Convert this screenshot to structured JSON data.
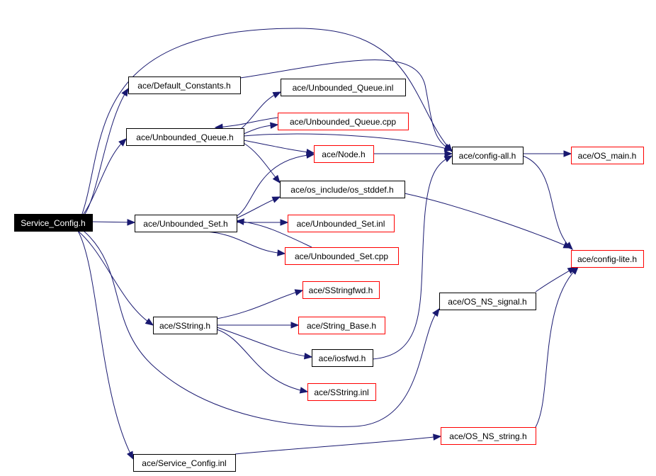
{
  "graph": {
    "root": "Service_Config.h",
    "colors": {
      "edge": "#191970",
      "box_border": "#000000",
      "missing_border": "#ff0000",
      "root_fill": "#000000",
      "root_text": "#ffffff"
    },
    "nodes": [
      {
        "id": "service_config_h",
        "label": "Service_Config.h",
        "style": "root"
      },
      {
        "id": "default_constants_h",
        "label": "ace/Default_Constants.h",
        "style": "normal"
      },
      {
        "id": "unbounded_queue_inl",
        "label": "ace/Unbounded_Queue.inl",
        "style": "normal"
      },
      {
        "id": "unbounded_queue_cpp",
        "label": "ace/Unbounded_Queue.cpp",
        "style": "missing"
      },
      {
        "id": "unbounded_queue_h",
        "label": "ace/Unbounded_Queue.h",
        "style": "normal"
      },
      {
        "id": "node_h",
        "label": "ace/Node.h",
        "style": "missing"
      },
      {
        "id": "config_all_h",
        "label": "ace/config-all.h",
        "style": "normal"
      },
      {
        "id": "os_main_h",
        "label": "ace/OS_main.h",
        "style": "missing"
      },
      {
        "id": "os_stddef_h",
        "label": "ace/os_include/os_stddef.h",
        "style": "normal"
      },
      {
        "id": "unbounded_set_h",
        "label": "ace/Unbounded_Set.h",
        "style": "normal"
      },
      {
        "id": "unbounded_set_inl",
        "label": "ace/Unbounded_Set.inl",
        "style": "missing"
      },
      {
        "id": "unbounded_set_cpp",
        "label": "ace/Unbounded_Set.cpp",
        "style": "missing"
      },
      {
        "id": "config_lite_h",
        "label": "ace/config-lite.h",
        "style": "missing"
      },
      {
        "id": "sstringfwd_h",
        "label": "ace/SStringfwd.h",
        "style": "missing"
      },
      {
        "id": "os_ns_signal_h",
        "label": "ace/OS_NS_signal.h",
        "style": "normal"
      },
      {
        "id": "sstring_h",
        "label": "ace/SString.h",
        "style": "normal"
      },
      {
        "id": "string_base_h",
        "label": "ace/String_Base.h",
        "style": "missing"
      },
      {
        "id": "iosfwd_h",
        "label": "ace/iosfwd.h",
        "style": "normal"
      },
      {
        "id": "sstring_inl",
        "label": "ace/SString.inl",
        "style": "missing"
      },
      {
        "id": "os_ns_string_h",
        "label": "ace/OS_NS_string.h",
        "style": "missing"
      },
      {
        "id": "service_config_inl",
        "label": "ace/Service_Config.inl",
        "style": "normal"
      }
    ],
    "edges": [
      {
        "from": "service_config_h",
        "to": "default_constants_h"
      },
      {
        "from": "service_config_h",
        "to": "unbounded_queue_h"
      },
      {
        "from": "service_config_h",
        "to": "unbounded_set_h"
      },
      {
        "from": "service_config_h",
        "to": "sstring_h"
      },
      {
        "from": "service_config_h",
        "to": "service_config_inl"
      },
      {
        "from": "service_config_h",
        "to": "config_all_h"
      },
      {
        "from": "service_config_h",
        "to": "os_ns_signal_h"
      },
      {
        "from": "default_constants_h",
        "to": "config_all_h"
      },
      {
        "from": "unbounded_queue_h",
        "to": "unbounded_queue_inl"
      },
      {
        "from": "unbounded_queue_h",
        "to": "unbounded_queue_cpp"
      },
      {
        "from": "unbounded_queue_cpp",
        "to": "unbounded_queue_h"
      },
      {
        "from": "unbounded_queue_h",
        "to": "node_h"
      },
      {
        "from": "unbounded_queue_h",
        "to": "os_stddef_h"
      },
      {
        "from": "unbounded_queue_h",
        "to": "config_all_h"
      },
      {
        "from": "node_h",
        "to": "config_all_h"
      },
      {
        "from": "config_all_h",
        "to": "os_main_h"
      },
      {
        "from": "config_all_h",
        "to": "config_lite_h"
      },
      {
        "from": "os_stddef_h",
        "to": "config_lite_h"
      },
      {
        "from": "unbounded_set_h",
        "to": "node_h"
      },
      {
        "from": "unbounded_set_h",
        "to": "os_stddef_h"
      },
      {
        "from": "unbounded_set_h",
        "to": "unbounded_set_inl"
      },
      {
        "from": "unbounded_set_h",
        "to": "unbounded_set_cpp"
      },
      {
        "from": "unbounded_set_cpp",
        "to": "unbounded_set_h"
      },
      {
        "from": "sstring_h",
        "to": "sstringfwd_h"
      },
      {
        "from": "sstring_h",
        "to": "string_base_h"
      },
      {
        "from": "sstring_h",
        "to": "iosfwd_h"
      },
      {
        "from": "sstring_h",
        "to": "sstring_inl"
      },
      {
        "from": "iosfwd_h",
        "to": "config_all_h"
      },
      {
        "from": "os_ns_signal_h",
        "to": "config_lite_h"
      },
      {
        "from": "os_ns_string_h",
        "to": "config_lite_h"
      },
      {
        "from": "service_config_inl",
        "to": "os_ns_string_h"
      }
    ]
  }
}
